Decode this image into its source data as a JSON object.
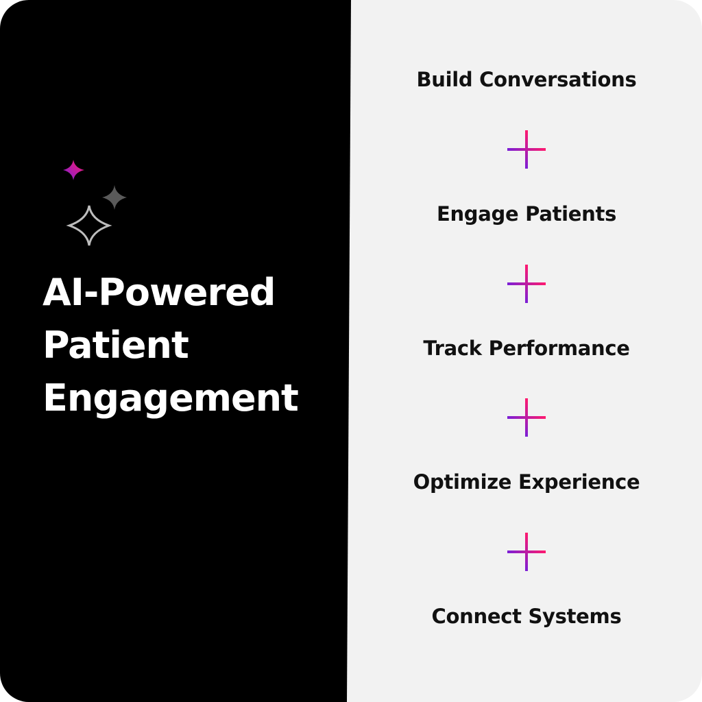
{
  "title": {
    "lines": [
      "AI-Powered",
      "Patient",
      "Engagement"
    ]
  },
  "steps": [
    {
      "label": "Build Conversations"
    },
    {
      "label": "Engage Patients"
    },
    {
      "label": "Track Performance"
    },
    {
      "label": "Optimize Experience"
    },
    {
      "label": "Connect Systems"
    }
  ],
  "colors": {
    "left_bg": "#000000",
    "right_bg": "#f2f2f2",
    "accent_start": "#7b1fd6",
    "accent_end": "#ff1a6e"
  }
}
